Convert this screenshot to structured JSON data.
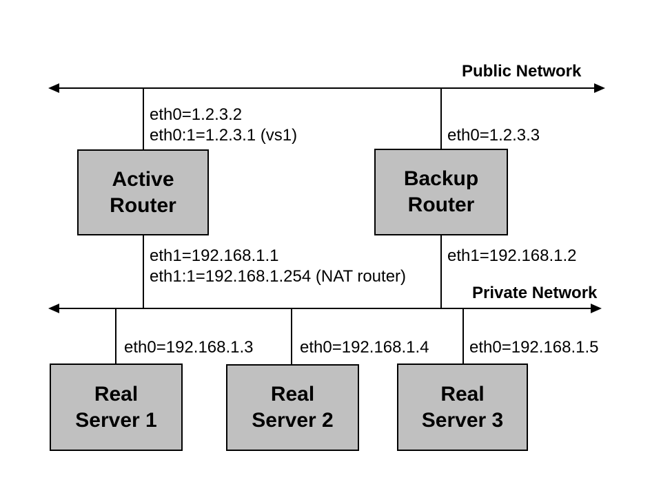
{
  "colors": {
    "background": "#ffffff",
    "box_fill": "#c0c0c0",
    "box_border": "#000000",
    "line": "#000000",
    "text": "#000000"
  },
  "networks": {
    "public": {
      "label": "Public Network"
    },
    "private": {
      "label": "Private Network"
    }
  },
  "nodes": {
    "active_router": {
      "name_line1": "Active",
      "name_line2": "Router"
    },
    "backup_router": {
      "name_line1": "Backup",
      "name_line2": "Router"
    },
    "real_server_1": {
      "name_line1": "Real",
      "name_line2": "Server 1"
    },
    "real_server_2": {
      "name_line1": "Real",
      "name_line2": "Server 2"
    },
    "real_server_3": {
      "name_line1": "Real",
      "name_line2": "Server 3"
    }
  },
  "interfaces": {
    "active_router_public": {
      "line1": "eth0=1.2.3.2",
      "line2": "eth0:1=1.2.3.1 (vs1)"
    },
    "backup_router_public": {
      "line1": "eth0=1.2.3.3"
    },
    "active_router_private": {
      "line1": "eth1=192.168.1.1",
      "line2": "eth1:1=192.168.1.254 (NAT router)"
    },
    "backup_router_private": {
      "line1": "eth1=192.168.1.2"
    },
    "real_server_1_private": {
      "line1": "eth0=192.168.1.3"
    },
    "real_server_2_private": {
      "line1": "eth0=192.168.1.4"
    },
    "real_server_3_private": {
      "line1": "eth0=192.168.1.5"
    }
  }
}
